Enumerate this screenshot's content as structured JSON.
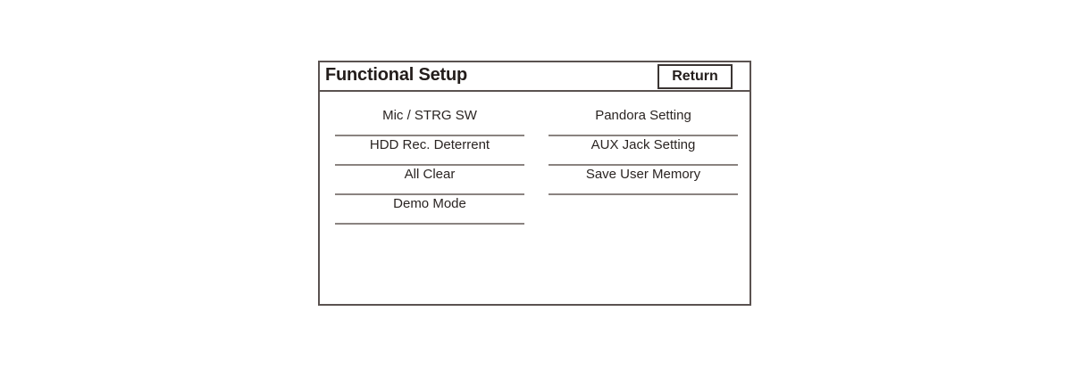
{
  "screen": {
    "title": "Functional Setup",
    "return_label": "Return",
    "colors": {
      "frame_border": "#5a5250",
      "separator": "#8a8380",
      "text": "#2a2422",
      "title_text": "#231d1b",
      "background": "#ffffff"
    }
  },
  "menu": {
    "left_column": [
      {
        "label": "Mic / STRG SW"
      },
      {
        "label": "HDD Rec. Deterrent"
      },
      {
        "label": "All Clear"
      },
      {
        "label": "Demo Mode"
      }
    ],
    "right_column": [
      {
        "label": "Pandora Setting"
      },
      {
        "label": "AUX Jack Setting"
      },
      {
        "label": "Save User Memory"
      }
    ]
  }
}
